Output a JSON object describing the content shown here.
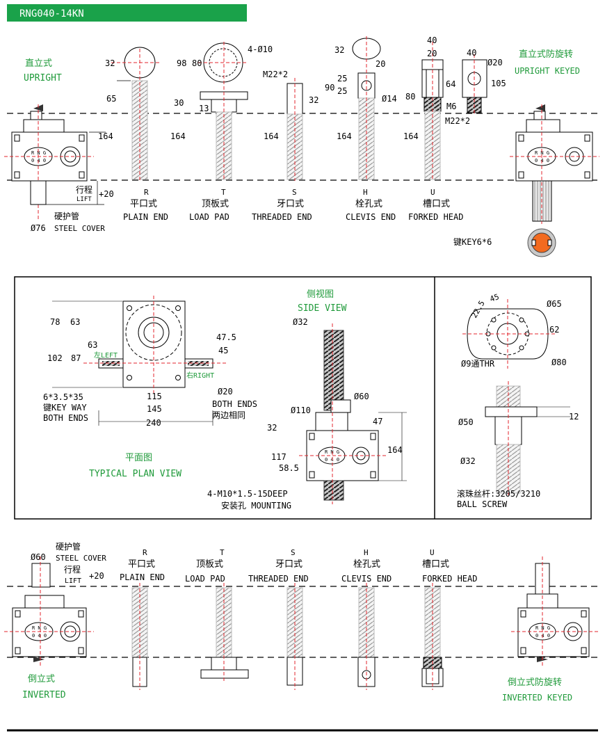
{
  "header": {
    "model": "RNG040-14KN",
    "band_color": "#1aa24a"
  },
  "colors": {
    "green_text": "#1f9a3a",
    "red_center": "#e3262c",
    "key_orange": "#f26a1f"
  },
  "top": {
    "upright_cn": "直立式",
    "upright_en": "UPRIGHT",
    "upright_keyed_cn": "直立式防旋转",
    "upright_keyed_en": "UPRIGHT KEYED",
    "lift_cn": "行程",
    "lift_en": "LIFT",
    "lift_val": "+20",
    "cover_cn": "硬护管",
    "cover_dia": "Ø76",
    "cover_en": "STEEL COVER",
    "key_label": "键KEY6*6",
    "dim_164": "164",
    "end_r": {
      "code": "R",
      "cn": "平口式",
      "en": "PLAIN END",
      "d1": "32",
      "d2": "65"
    },
    "end_t": {
      "code": "T",
      "cn": "顶板式",
      "en": "LOAD PAD",
      "d1": "98",
      "d2": "80",
      "d3": "4-Ø10",
      "d4": "30",
      "d5": "13"
    },
    "end_s": {
      "code": "S",
      "cn": "牙口式",
      "en": "THREADED END",
      "d1": "M22*2",
      "d2": "32"
    },
    "end_h": {
      "code": "H",
      "cn": "栓孔式",
      "en": "CLEVIS END",
      "d1": "32",
      "d2": "20",
      "d3": "90",
      "d4": "25",
      "d5": "25",
      "d6": "Ø14"
    },
    "end_u": {
      "code": "U",
      "cn": "槽口式",
      "en": "FORKED HEAD",
      "d1": "40",
      "d2": "20",
      "d3": "80",
      "d4": "64",
      "d5": "40",
      "d6": "Ø20",
      "d7": "105",
      "d8": "M6",
      "d9": "M22*2"
    }
  },
  "plan": {
    "title_cn": "平面图",
    "title_en": "TYPICAL PLAN VIEW",
    "d78": "78",
    "d63a": "63",
    "d63b": "63",
    "d102": "102",
    "d87": "87",
    "d475": "47.5",
    "d45": "45",
    "d115": "115",
    "d145": "145",
    "d240": "240",
    "d20": "Ø20",
    "left": "左LEFT",
    "right": "右RIGHT",
    "keyway1": "6*3.5*35",
    "keyway2": "键KEY WAY",
    "keyway3": "BOTH ENDS",
    "both1": "BOTH ENDS",
    "both2": "两边相同"
  },
  "side": {
    "title_cn": "侧视图",
    "title_en": "SIDE VIEW",
    "d32": "Ø32",
    "d60": "Ø60",
    "d110": "Ø110",
    "d47": "47",
    "d32b": "32",
    "d164": "164",
    "d117": "117",
    "d585": "58.5",
    "mount1": "4-M10*1.5-15DEEP",
    "mount2": "安装孔 MOUNTING"
  },
  "ballscrew": {
    "a225": "22.5",
    "a45": "45",
    "d65": "Ø65",
    "d62": "62",
    "d80": "Ø80",
    "holes": "Ø9通THR",
    "d50": "Ø50",
    "d12": "12",
    "d32": "Ø32",
    "cn": "滚珠丝杆:3205/3210",
    "en": "BALL SCREW"
  },
  "bottom": {
    "cover_cn": "硬护管",
    "cover_dia": "Ø60",
    "cover_en": "STEEL COVER",
    "lift_cn": "行程",
    "lift_en": "LIFT",
    "lift_val": "+20",
    "inverted_cn": "倒立式",
    "inverted_en": "INVERTED",
    "inverted_keyed_cn": "倒立式防旋转",
    "inverted_keyed_en": "INVERTED KEYED",
    "end_r": {
      "code": "R",
      "cn": "平口式",
      "en": "PLAIN END"
    },
    "end_t": {
      "code": "T",
      "cn": "顶板式",
      "en": "LOAD PAD"
    },
    "end_s": {
      "code": "S",
      "cn": "牙口式",
      "en": "THREADED END"
    },
    "end_h": {
      "code": "H",
      "cn": "栓孔式",
      "en": "CLEVIS END"
    },
    "end_u": {
      "code": "U",
      "cn": "槽口式",
      "en": "FORKED HEAD"
    }
  },
  "housing_mark": {
    "line1": "R N G",
    "line2": "0 4 0"
  }
}
